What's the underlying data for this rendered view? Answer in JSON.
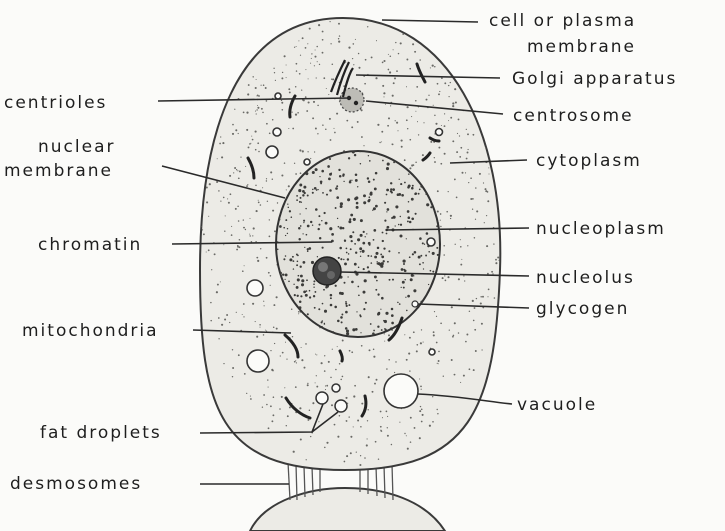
{
  "labels": {
    "cell_membrane_line1": "cell or plasma",
    "cell_membrane_line2": "membrane",
    "golgi": "Golgi apparatus",
    "centrioles": "centrioles",
    "centrosome": "centrosome",
    "nuclear_membrane_line1": "nuclear",
    "nuclear_membrane_line2": "membrane",
    "cytoplasm": "cytoplasm",
    "chromatin": "chromatin",
    "nucleoplasm": "nucleoplasm",
    "nucleolus": "nucleolus",
    "glycogen": "glycogen",
    "mitochondria": "mitochondria",
    "vacuole": "vacuole",
    "fat_droplets": "fat droplets",
    "desmosomes": "desmosomes"
  },
  "colors": {
    "background": "#fbfbf9",
    "ink": "#1e1e1e",
    "cytoplasm_fill": "#ecebe6",
    "nucleus_fill": "#e2e1db"
  }
}
